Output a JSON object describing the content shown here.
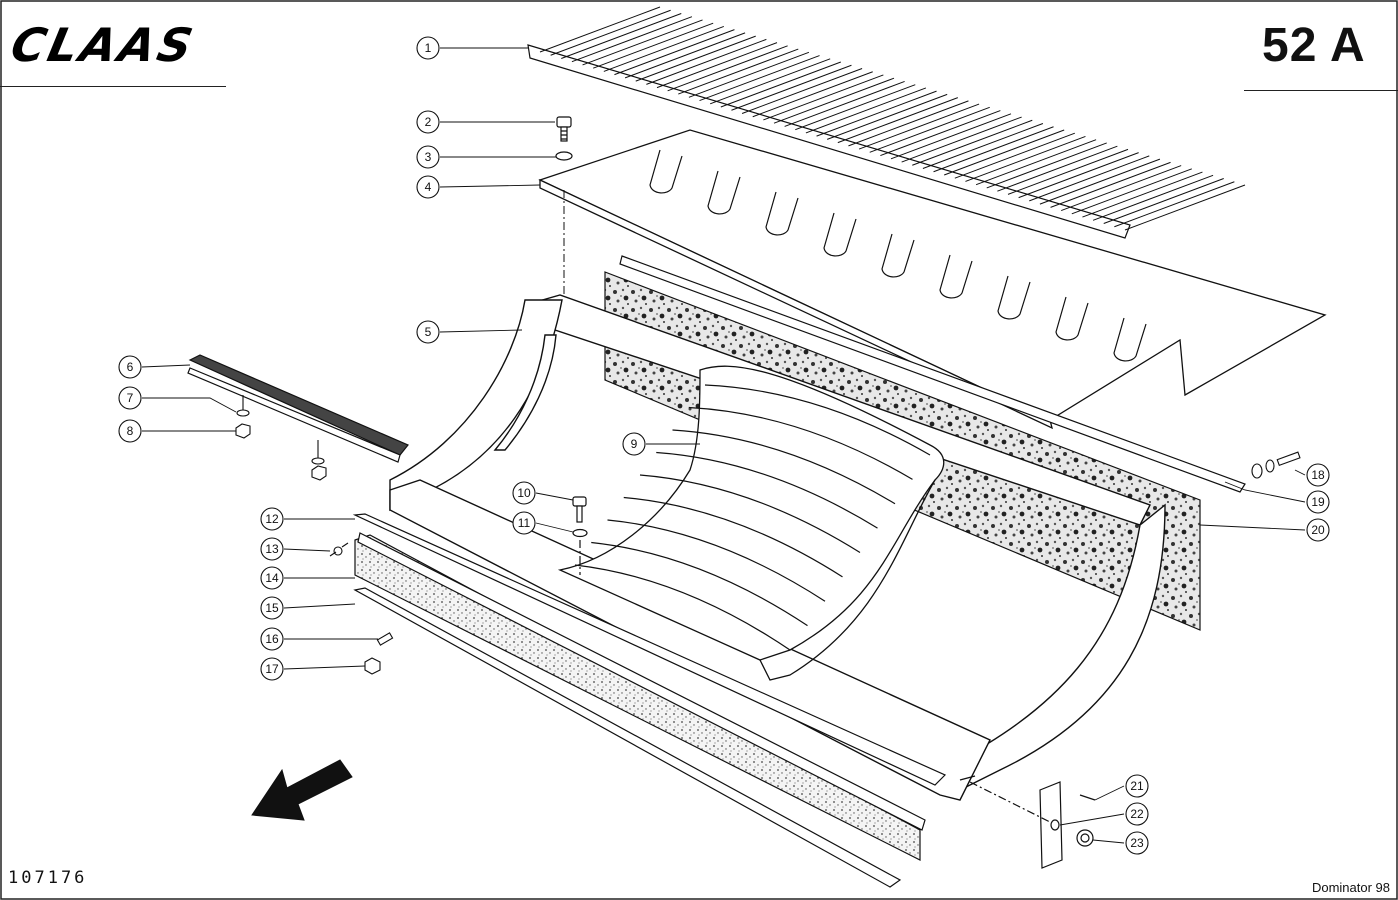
{
  "header": {
    "brand": "CLAAS",
    "page_code": "52 A"
  },
  "footer": {
    "doc_number": "107176",
    "model": "Dominator 98"
  },
  "callouts": [
    "1",
    "2",
    "3",
    "4",
    "5",
    "6",
    "7",
    "8",
    "9",
    "10",
    "11",
    "12",
    "13",
    "14",
    "15",
    "16",
    "17",
    "18",
    "19",
    "20",
    "21",
    "22",
    "23"
  ]
}
